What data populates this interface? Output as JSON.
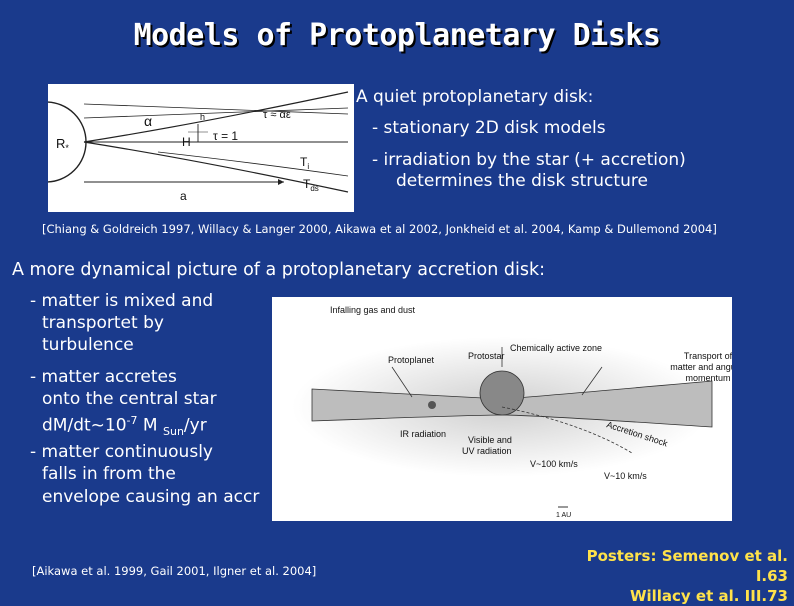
{
  "title": "Models of Protoplanetary Disks",
  "quiet": {
    "heading": "A quiet protoplanetary disk:",
    "bullet1": "- stationary 2D disk models",
    "bullet2": "- irradiation by the star (+ accretion)",
    "bullet2b": "determines the disk structure"
  },
  "ref1": "[Chiang & Goldreich 1997, Willacy & Langer 2000, Aikawa et al 2002,  Jonkheid et al. 2004, Kamp & Dullemond 2004]",
  "dynamic": {
    "heading": "A more dynamical picture of a protoplanetary accretion disk:",
    "b1a": "- matter is mixed and",
    "b1b": "transportet by",
    "b1c": "turbulence",
    "b2a": "- matter accretes",
    "b2b": "onto the central star",
    "b2c_pre": "d",
    "b2c_M": "M/dt~10",
    "b2c_exp": "-7",
    "b2c_M2": " M ",
    "b2c_sub": "Sun",
    "b2c_post": "/yr",
    "b3a": "- matter continuously",
    "b3b": "falls in from the",
    "b3c": "envelope causing an accr"
  },
  "ref2": "[Aikawa et al. 1999, Gail 2001,  Ilgner et al. 2004]",
  "posters": {
    "line1": "Posters: Semenov et al. I.63",
    "line2": "Willacy et al. III.73"
  },
  "fig1_labels": {
    "rstar": "R",
    "rsub": "*",
    "alpha": "α",
    "H": "H",
    "tau": "τ",
    "tau_eq": " = 1",
    "tir": "τ",
    "tir_eq": " ≈ αε",
    "ti": "T",
    "ti_sub": "i",
    "tds": "T",
    "tds_sub": "ds",
    "a": "a",
    "h": "h"
  },
  "fig2_labels": {
    "infall": "Infalling gas and dust",
    "protoplanet": "Protoplanet",
    "protostar": "Protostar",
    "chem": "Chemically active zone",
    "transport1": "Transport of",
    "transport2": "matter and angular",
    "transport3": "momentum",
    "ir": "IR radiation",
    "vis1": "Visible and",
    "vis2": "UV radiation",
    "shock": "Accretion shock",
    "v100": "V~100 km/s",
    "v10": "V~10 km/s",
    "au": "1 AU"
  }
}
